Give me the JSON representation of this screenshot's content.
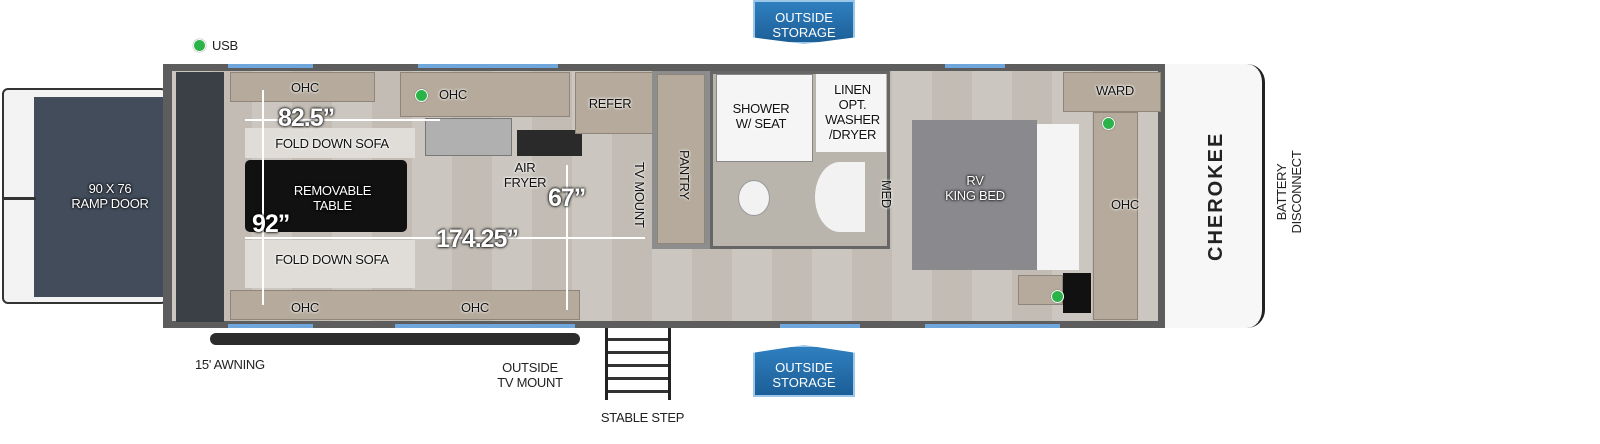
{
  "legend": {
    "usb_label": "USB",
    "usb_color": "#2bb34a"
  },
  "badges": {
    "top": "OUTSIDE STORAGE",
    "bottom": "OUTSIDE STORAGE",
    "color": "#1f6aa5"
  },
  "ramp": {
    "label_line1": "90 X 76",
    "label_line2": "RAMP DOOR"
  },
  "rooms": {
    "ohc_front_left": "OHC",
    "ohc_kitchen": "OHC",
    "refer": "REFER",
    "sofa_top": "FOLD DOWN SOFA",
    "sofa_bottom": "FOLD DOWN SOFA",
    "table_line1": "REMOVABLE",
    "table_line2": "TABLE",
    "air_fryer_line1": "AIR",
    "air_fryer_line2": "FRYER",
    "tv_mount": "TV MOUNT",
    "pantry": "PANTRY",
    "shower_line1": "SHOWER",
    "shower_line2": "W/ SEAT",
    "linen_line1": "LINEN",
    "linen_line2": "OPT.",
    "linen_line3": "WASHER",
    "linen_line4": "/DRYER",
    "med": "MED",
    "bed_line1": "RV",
    "bed_line2": "KING BED",
    "ward": "WARD",
    "ohc_bedroom": "OHC",
    "ohc_bottom_left": "OHC",
    "ohc_bottom_mid": "OHC"
  },
  "dimensions": {
    "width_front": "82.5”",
    "depth": "92”",
    "length": "174.25”",
    "height_mid": "67”"
  },
  "exterior": {
    "awning": "15' AWNING",
    "outside_tv_line1": "OUTSIDE",
    "outside_tv_line2": "TV MOUNT",
    "step": "STABLE STEP",
    "battery_line1": "BATTERY",
    "battery_line2": "DISCONNECT"
  },
  "brand": "CHEROKEE"
}
